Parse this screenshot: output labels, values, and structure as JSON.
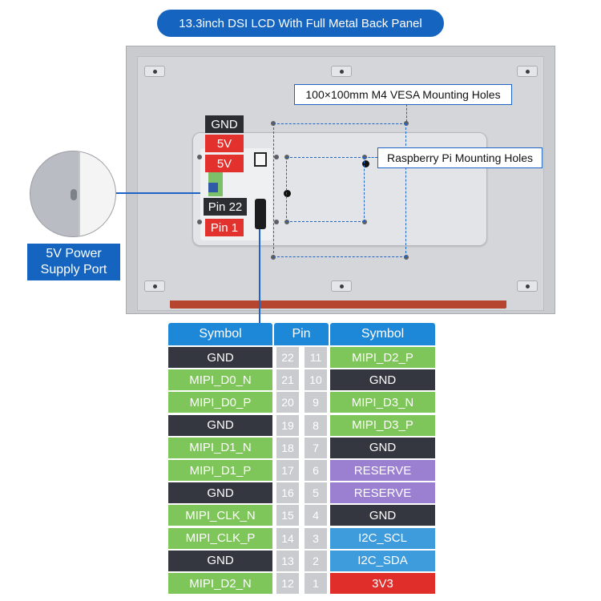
{
  "title": "13.3inch DSI LCD With Full Metal Back Panel",
  "callouts": {
    "vesa": "100×100mm M4 VESA Mounting Holes",
    "raspberry_pi": "Raspberry Pi Mounting Holes",
    "power_port_line1": "5V Power",
    "power_port_line2": "Supply Port"
  },
  "tags": {
    "gnd": "GND",
    "v5_a": "5V",
    "v5_b": "5V",
    "pin22": "Pin 22",
    "pin1": "Pin 1"
  },
  "table": {
    "headers": {
      "left": "Symbol",
      "pin": "Pin",
      "right": "Symbol"
    },
    "rows": [
      {
        "left": "GND",
        "left_type": "gnd",
        "pin_left": "22",
        "pin_right": "11",
        "right": "MIPI_D2_P",
        "right_type": "mipi"
      },
      {
        "left": "MIPI_D0_N",
        "left_type": "mipi",
        "pin_left": "21",
        "pin_right": "10",
        "right": "GND",
        "right_type": "gnd"
      },
      {
        "left": "MIPI_D0_P",
        "left_type": "mipi",
        "pin_left": "20",
        "pin_right": "9",
        "right": "MIPI_D3_N",
        "right_type": "mipi"
      },
      {
        "left": "GND",
        "left_type": "gnd",
        "pin_left": "19",
        "pin_right": "8",
        "right": "MIPI_D3_P",
        "right_type": "mipi"
      },
      {
        "left": "MIPI_D1_N",
        "left_type": "mipi",
        "pin_left": "18",
        "pin_right": "7",
        "right": "GND",
        "right_type": "gnd"
      },
      {
        "left": "MIPI_D1_P",
        "left_type": "mipi",
        "pin_left": "17",
        "pin_right": "6",
        "right": "RESERVE",
        "right_type": "reserve"
      },
      {
        "left": "GND",
        "left_type": "gnd",
        "pin_left": "16",
        "pin_right": "5",
        "right": "RESERVE",
        "right_type": "reserve"
      },
      {
        "left": "MIPI_CLK_N",
        "left_type": "mipi",
        "pin_left": "15",
        "pin_right": "4",
        "right": "GND",
        "right_type": "gnd"
      },
      {
        "left": "MIPI_CLK_P",
        "left_type": "mipi",
        "pin_left": "14",
        "pin_right": "3",
        "right": "I2C_SCL",
        "right_type": "i2c"
      },
      {
        "left": "GND",
        "left_type": "gnd",
        "pin_left": "13",
        "pin_right": "2",
        "right": "I2C_SDA",
        "right_type": "i2c"
      },
      {
        "left": "MIPI_D2_N",
        "left_type": "mipi",
        "pin_left": "12",
        "pin_right": "1",
        "right": "3V3",
        "right_type": "3v3"
      }
    ]
  },
  "colors": {
    "accent_blue": "#1565c0",
    "gnd": "#353740",
    "mipi": "#7ec55a",
    "reserve": "#9b7fd1",
    "i2c": "#3e9bdc",
    "power_red": "#e02f2b"
  }
}
